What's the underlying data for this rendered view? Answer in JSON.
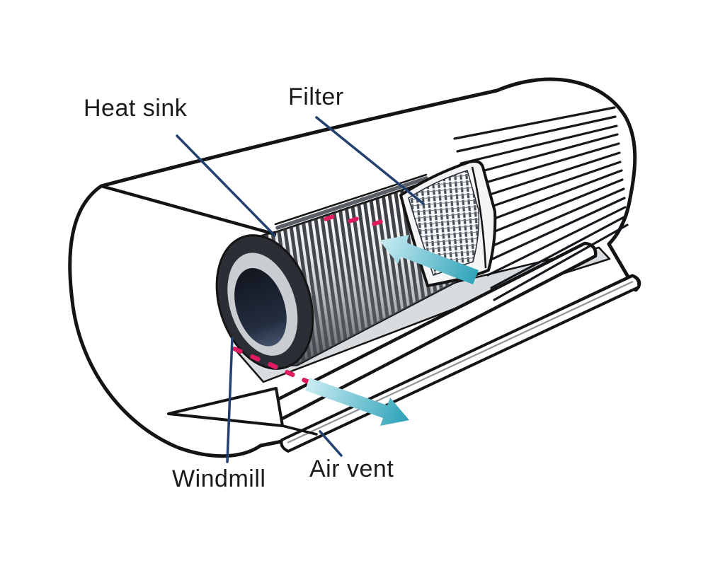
{
  "labels": {
    "heat_sink": "Heat sink",
    "filter": "Filter",
    "windmill": "Windmill",
    "air_vent": "Air vent"
  },
  "icons": {
    "intake_arrow": "airflow-arrow-up-left",
    "outlet_arrow": "airflow-arrow-down-right"
  },
  "colors": {
    "text": "#1b1b1b",
    "outline": "#141414",
    "leader_line": "#23406f",
    "arrow_teal_light": "#cdeef4",
    "arrow_teal_dark": "#28a0b6",
    "pink_dash": "#df1a5e",
    "interior_floor": "#d9dcdf",
    "drum_dark": "#2e3237",
    "hub_dark": "#141a26"
  }
}
